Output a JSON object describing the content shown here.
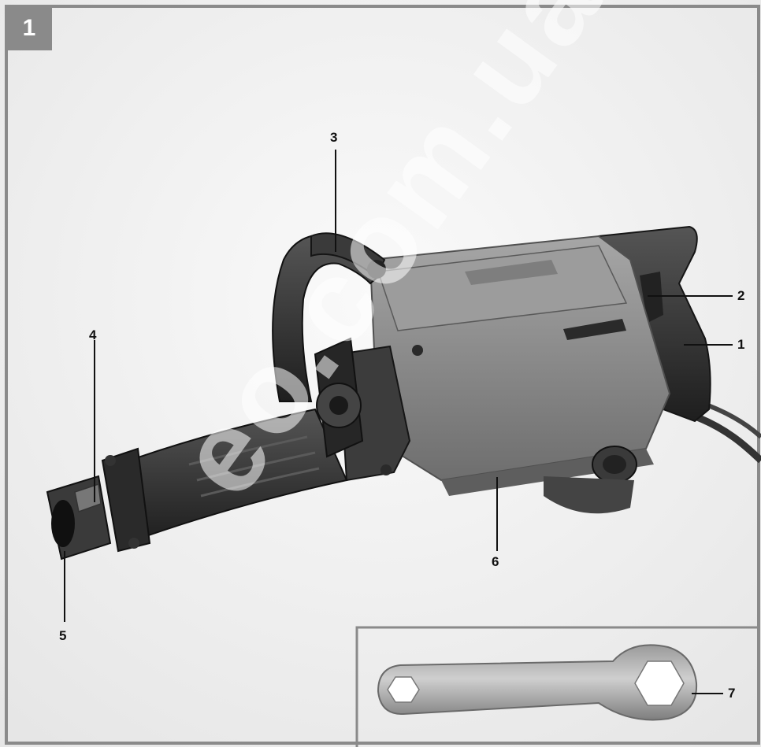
{
  "figure": {
    "number": "1",
    "callouts": [
      "1",
      "2",
      "3",
      "4",
      "5",
      "6",
      "7"
    ],
    "watermark_text": "eo.com.ua"
  },
  "colors": {
    "frame": "#8a8a8a",
    "background": "#f5f5f5",
    "tool_body": "#8e8e8e",
    "tool_dark": "#3a3a3a"
  }
}
